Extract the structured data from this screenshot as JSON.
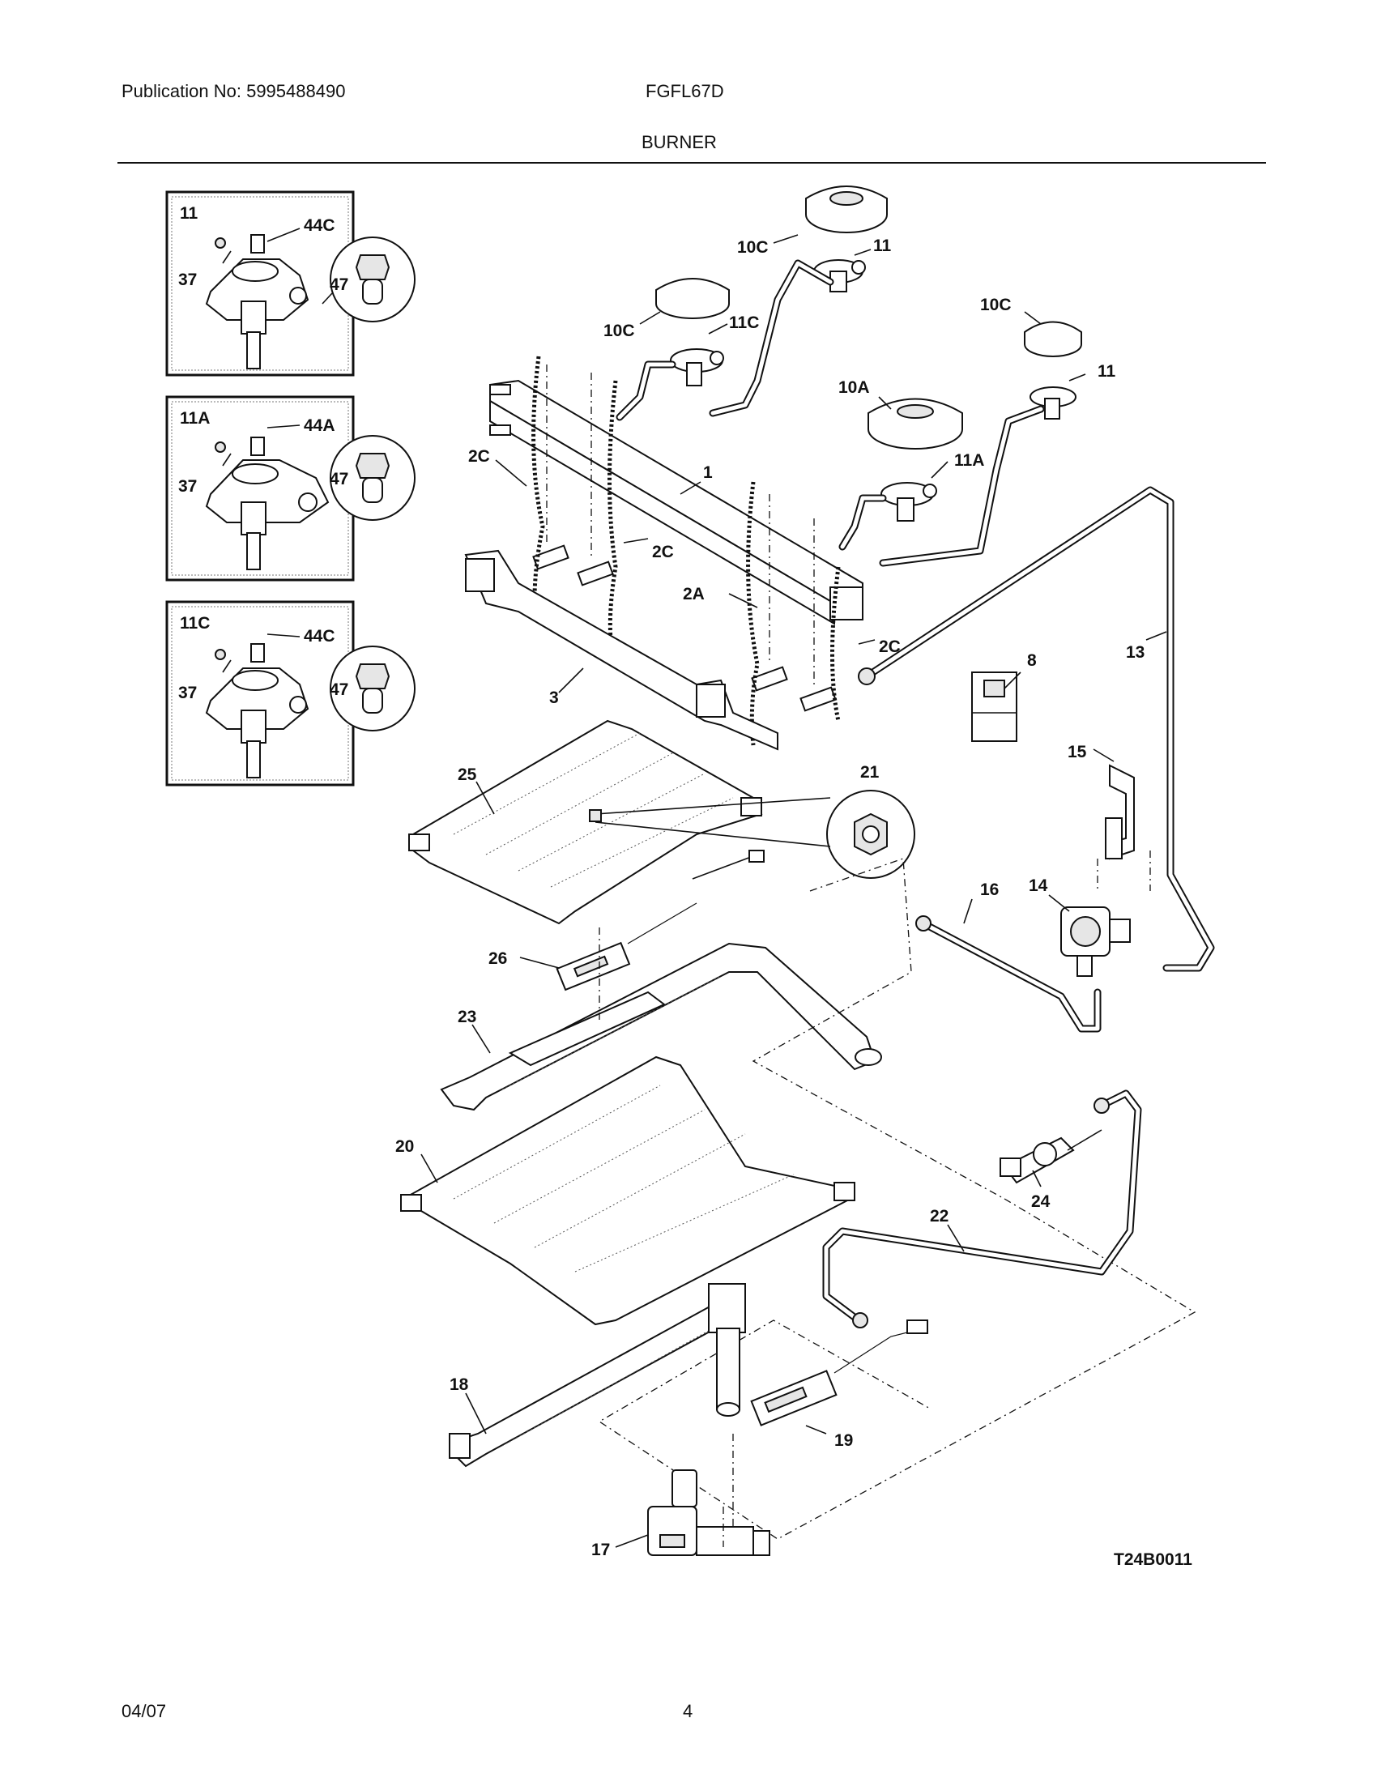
{
  "header": {
    "publication": "Publication No: 5995488490",
    "model": "FGFL67D",
    "section_title": "BURNER"
  },
  "footer": {
    "date": "04/07",
    "page_number": "4"
  },
  "diagram_code": "T24B0011",
  "insets": [
    {
      "valve": "11",
      "orifice": "44C",
      "screw": "37",
      "detail": "47"
    },
    {
      "valve": "11A",
      "orifice": "44A",
      "screw": "37",
      "detail": "47"
    },
    {
      "valve": "11C",
      "orifice": "44C",
      "screw": "37",
      "detail": "47"
    }
  ],
  "callouts": {
    "c10c_top": "10C",
    "c11_top": "11",
    "c10c_left": "10C",
    "c11c": "11C",
    "c10c_right": "10C",
    "c11_right": "11",
    "c10a": "10A",
    "c11a": "11A",
    "c2c_left": "2C",
    "c1": "1",
    "c2c_mid": "2C",
    "c2a": "2A",
    "c2c_right": "2C",
    "c3": "3",
    "c8": "8",
    "c13": "13",
    "c15": "15",
    "c25": "25",
    "c21": "21",
    "c16": "16",
    "c14": "14",
    "c26": "26",
    "c23": "23",
    "c20": "20",
    "c24": "24",
    "c22": "22",
    "c18": "18",
    "c19": "19",
    "c17": "17"
  }
}
